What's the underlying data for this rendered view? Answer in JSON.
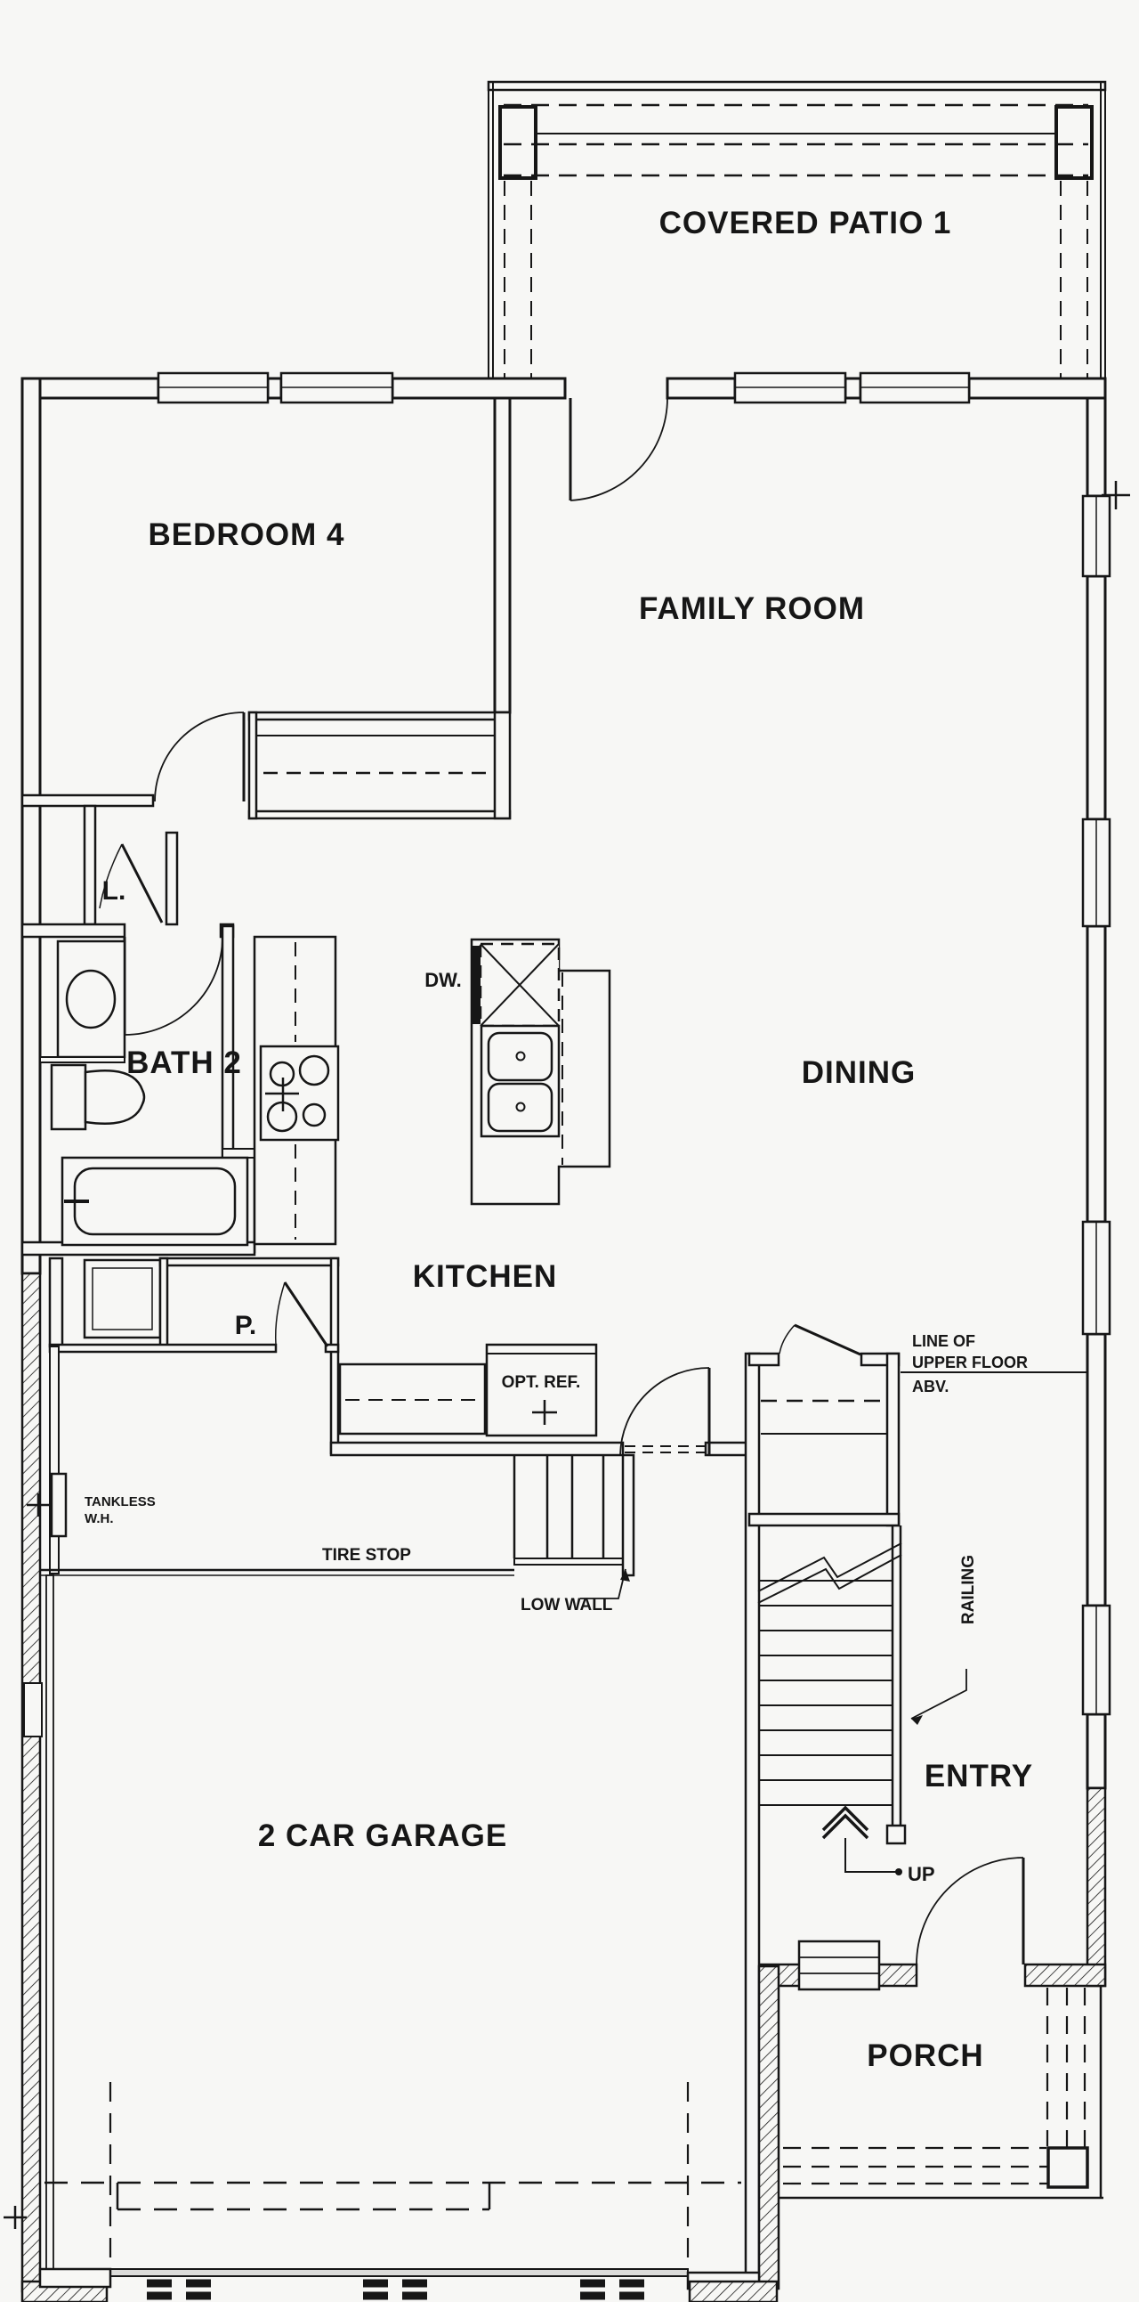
{
  "plan": {
    "type": "floor-plan",
    "colors": {
      "ink": "#161616",
      "paper": "#f7f7f5"
    },
    "rooms": {
      "covered_patio": {
        "label": "COVERED PATIO 1"
      },
      "bedroom4": {
        "label": "BEDROOM 4"
      },
      "family_room": {
        "label": "FAMILY ROOM"
      },
      "dining": {
        "label": "DINING"
      },
      "kitchen": {
        "label": "KITCHEN"
      },
      "bath2": {
        "label": "BATH 2"
      },
      "entry": {
        "label": "ENTRY"
      },
      "garage": {
        "label": "2 CAR GARAGE"
      },
      "porch": {
        "label": "PORCH"
      }
    },
    "annotations": {
      "linen": "L.",
      "pantry": "P.",
      "dishwasher": "DW.",
      "opt_ref": "OPT. REF.",
      "tankless_line1": "TANKLESS",
      "tankless_line2": "W.H.",
      "tire_stop": "TIRE STOP",
      "low_wall": "LOW WALL",
      "upper_floor_line1": "LINE OF",
      "upper_floor_line2": "UPPER FLOOR",
      "upper_floor_line3": "ABV.",
      "railing": "RAILING",
      "up": "UP"
    }
  }
}
